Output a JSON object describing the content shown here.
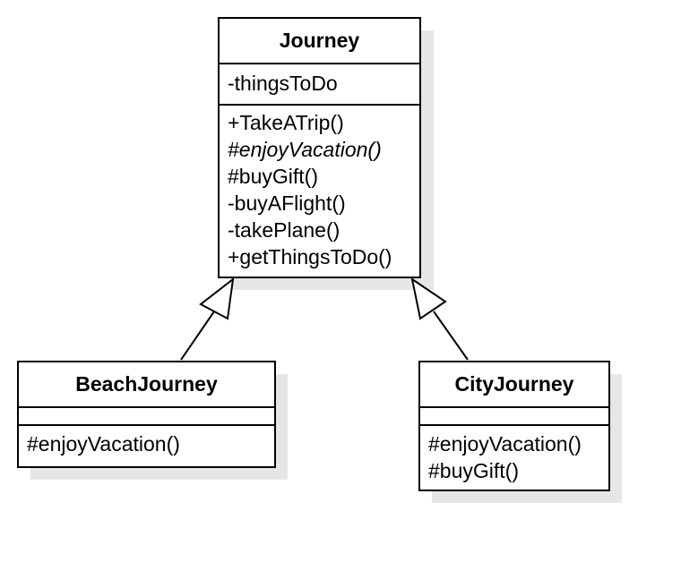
{
  "classes": {
    "journey": {
      "name": "Journey",
      "attributes": [
        "-thingsToDo"
      ],
      "methods": [
        {
          "text": "+TakeATrip()",
          "italic": false
        },
        {
          "text": "#enjoyVacation()",
          "italic": true
        },
        {
          "text": "#buyGift()",
          "italic": false
        },
        {
          "text": "-buyAFlight()",
          "italic": false
        },
        {
          "text": "-takePlane()",
          "italic": false
        },
        {
          "text": "+getThingsToDo()",
          "italic": false
        }
      ]
    },
    "beach": {
      "name": "BeachJourney",
      "attributes": [],
      "methods": [
        {
          "text": "#enjoyVacation()",
          "italic": false
        }
      ]
    },
    "city": {
      "name": "CityJourney",
      "attributes": [],
      "methods": [
        {
          "text": "#enjoyVacation()",
          "italic": false
        },
        {
          "text": "#buyGift()",
          "italic": false
        }
      ]
    }
  },
  "relations": [
    {
      "type": "generalization",
      "from": "BeachJourney",
      "to": "Journey"
    },
    {
      "type": "generalization",
      "from": "CityJourney",
      "to": "Journey"
    }
  ]
}
